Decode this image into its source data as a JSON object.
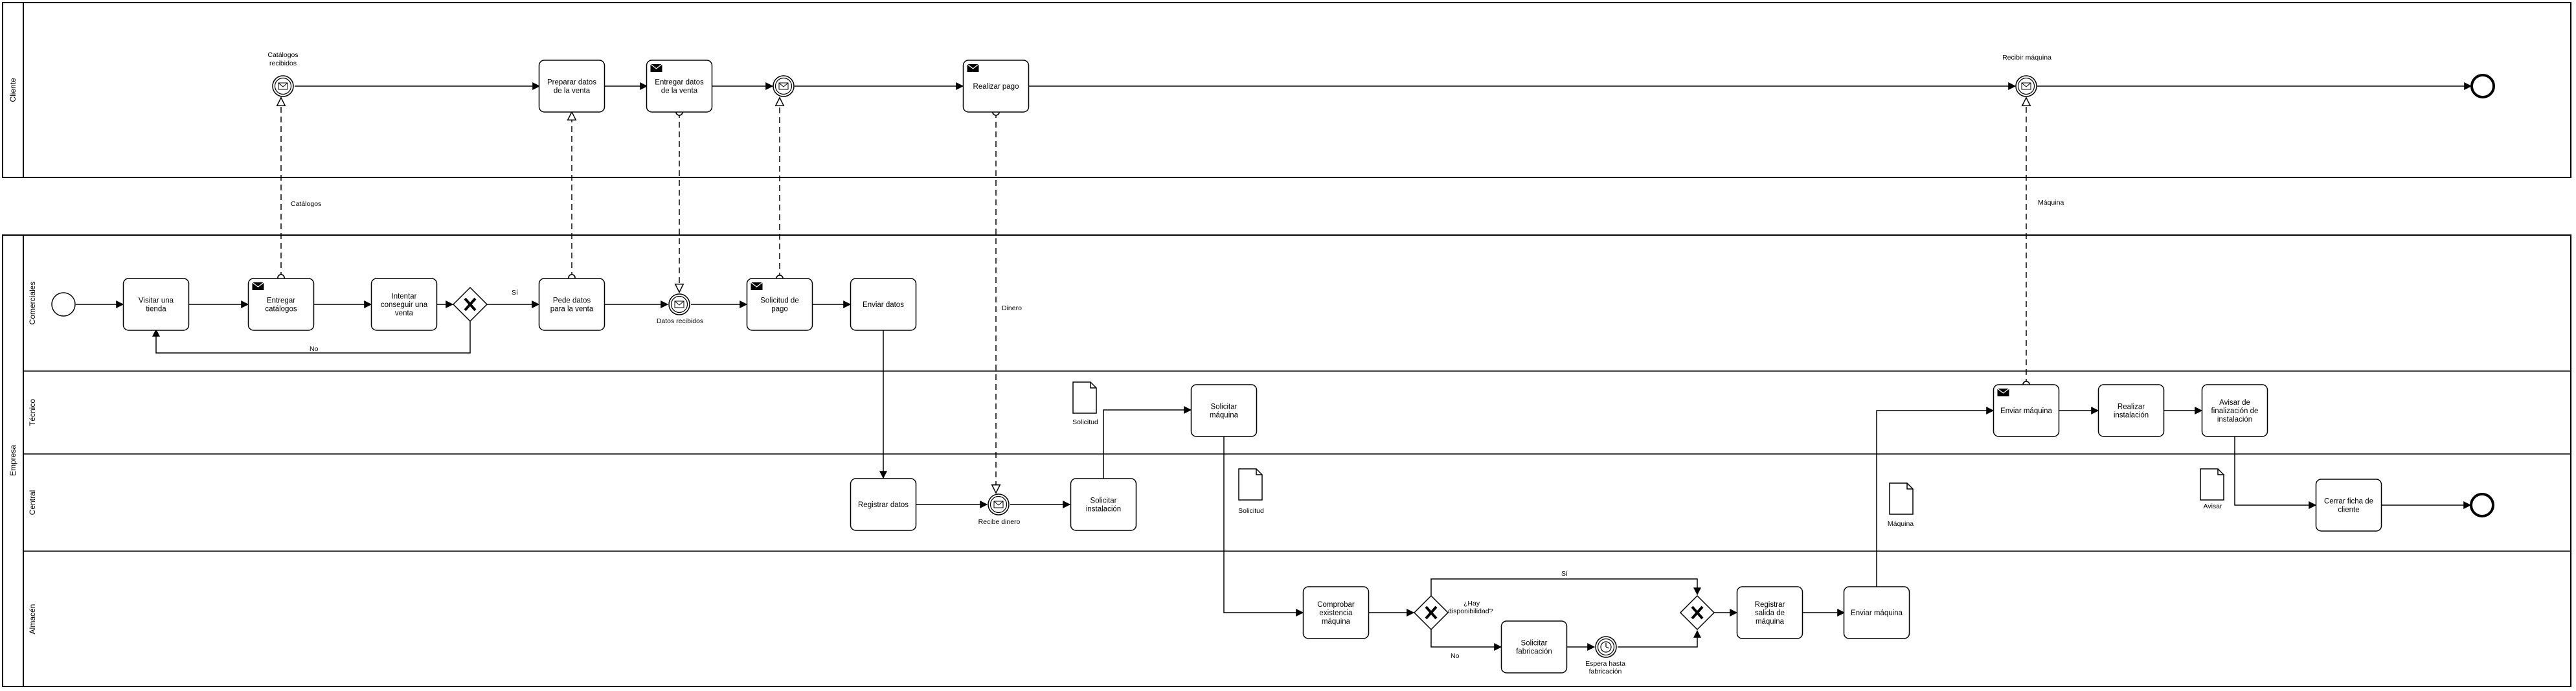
{
  "pools": {
    "cliente": {
      "label": "Cliente"
    },
    "empresa": {
      "label": "Empresa"
    }
  },
  "lanes": {
    "comerciales": "Comerciales",
    "tecnico": "Técnico",
    "central": "Central",
    "almacen": "Almacén"
  },
  "tasks": {
    "preparar_datos": [
      "Preparar datos",
      "de la venta"
    ],
    "entregar_datos": [
      "Entregar datos",
      "de la venta"
    ],
    "realizar_pago": [
      "Realizar pago"
    ],
    "visitar_tienda": [
      "Visitar una",
      "tienda"
    ],
    "entregar_catalogos": [
      "Entregar",
      "catálogos"
    ],
    "intentar_venta": [
      "Intentar",
      "conseguir una",
      "venta"
    ],
    "pede_datos": [
      "Pede datos",
      "para la venta"
    ],
    "solicitud_pago": [
      "Solicitud de",
      "pago"
    ],
    "enviar_datos": [
      "Enviar datos"
    ],
    "solicitar_maquina": [
      "Solicitar",
      "máquina"
    ],
    "enviar_maquina_tec": [
      "Enviar máquina"
    ],
    "realizar_instalacion": [
      "Realizar",
      "instalación"
    ],
    "avisar_finalizacion": [
      "Avisar de",
      "finalización de",
      "instalación"
    ],
    "registrar_datos": [
      "Registrar datos"
    ],
    "solicitar_instalacion": [
      "Solicitar",
      "instalación"
    ],
    "cerrar_ficha": [
      "Cerrar ficha de",
      "cliente"
    ],
    "comprobar_existencia": [
      "Comprobar",
      "existencia",
      "máquina"
    ],
    "solicitar_fabricacion": [
      "Solicitar",
      "fabricación"
    ],
    "registrar_salida": [
      "Registrar",
      "salida de",
      "máquina"
    ],
    "enviar_maquina_alm": [
      "Enviar máquina"
    ]
  },
  "event_labels": {
    "catalogos_recibidos": [
      "Catálogos",
      "recibidos"
    ],
    "recibir_maquina": [
      "Recibir máquina"
    ],
    "datos_recibidos": [
      "Datos recibidos"
    ],
    "recibe_dinero": [
      "Recibe dinero"
    ],
    "espera_fabricacion": [
      "Espera hasta",
      "fabricación"
    ]
  },
  "flow_labels": {
    "catalogos": "Catálogos",
    "maquina": "Máquina",
    "dinero": "Dinero",
    "si_comerciales": "Sí",
    "no_comerciales": "No",
    "hay_disponibilidad": [
      "¿Hay",
      "disponibilidad?"
    ],
    "si_almacen": "Sí",
    "no_almacen": "No"
  },
  "data_objects": {
    "solicitud_tecnico": "Solicitud",
    "solicitud_central": "Solicitud",
    "maquina": "Máquina",
    "avisar": "Avisar"
  },
  "colors": {
    "stroke": "#000000",
    "background": "#ffffff"
  },
  "icons": {
    "message": "envelope-icon",
    "timer": "clock-icon",
    "gateway": "exclusive-x-icon"
  }
}
